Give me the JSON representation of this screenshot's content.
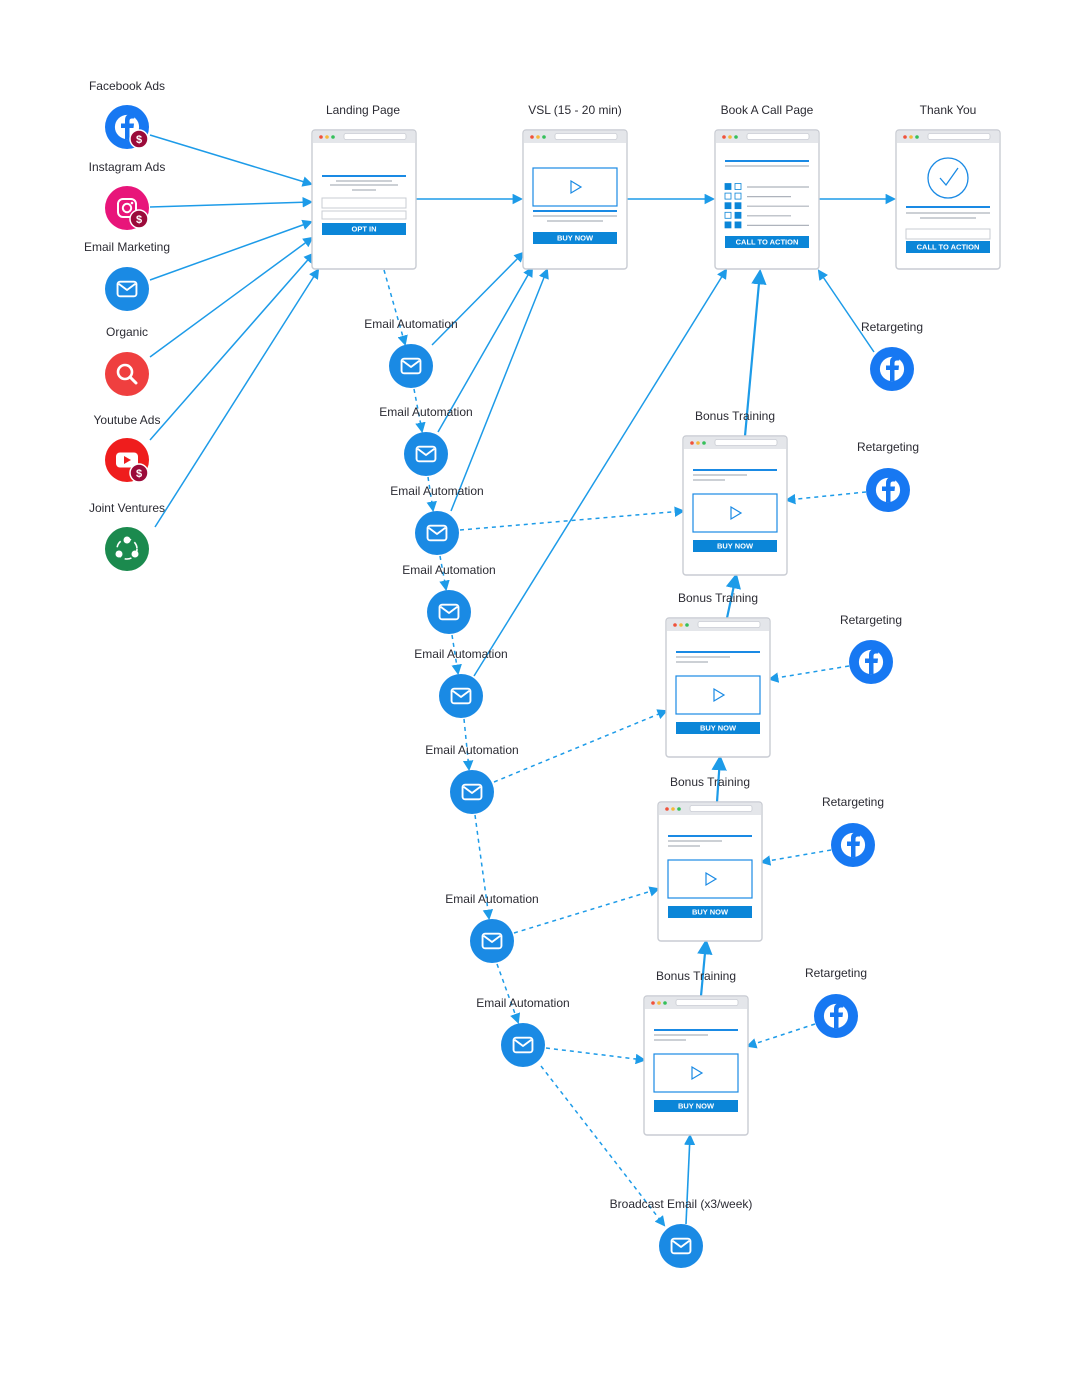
{
  "colors": {
    "accent": "#1a8ae4",
    "line": "#1d9be8",
    "page_border": "#c9ccd3",
    "page_bar": "#e4e6ea",
    "text_line": "#aeb3bc",
    "button": "#0b86d8",
    "facebook": "#1778f2",
    "instagram": "#e8157a",
    "organic": "#ef3f3f",
    "youtube": "#ef1d1d",
    "joint_ventures": "#1b8a4e",
    "dollar_badge": "#9b0b3a"
  },
  "sources": [
    {
      "id": "facebook",
      "label": "Facebook Ads",
      "icon": "facebook-icon"
    },
    {
      "id": "instagram",
      "label": "Instagram Ads",
      "icon": "instagram-icon"
    },
    {
      "id": "email",
      "label": "Email Marketing",
      "icon": "mail-icon"
    },
    {
      "id": "organic",
      "label": "Organic",
      "icon": "search-icon"
    },
    {
      "id": "youtube",
      "label": "Youtube Ads",
      "icon": "youtube-icon"
    },
    {
      "id": "jv",
      "label": "Joint Ventures",
      "icon": "network-icon"
    }
  ],
  "pages": [
    {
      "id": "landing",
      "label": "Landing Page",
      "kind": "optin",
      "button": "OPT IN"
    },
    {
      "id": "vsl",
      "label": "VSL (15 - 20 min)",
      "kind": "video",
      "button": "BUY NOW"
    },
    {
      "id": "book",
      "label": "Book A Call Page",
      "kind": "checklist",
      "button": "CALL TO ACTION"
    },
    {
      "id": "thanks",
      "label": "Thank You",
      "kind": "thanks",
      "button": "CALL TO ACTION"
    },
    {
      "id": "bt1",
      "label": "Bonus Training",
      "kind": "bonus",
      "button": "BUY NOW"
    },
    {
      "id": "bt2",
      "label": "Bonus Training",
      "kind": "bonus",
      "button": "BUY NOW"
    },
    {
      "id": "bt3",
      "label": "Bonus Training",
      "kind": "bonus",
      "button": "BUY NOW"
    },
    {
      "id": "bt4",
      "label": "Bonus Training",
      "kind": "bonus",
      "button": "BUY NOW"
    }
  ],
  "emails": [
    {
      "id": "e1",
      "label": "Email Automation"
    },
    {
      "id": "e2",
      "label": "Email Automation"
    },
    {
      "id": "e3",
      "label": "Email Automation"
    },
    {
      "id": "e4",
      "label": "Email Automation"
    },
    {
      "id": "e5",
      "label": "Email Automation"
    },
    {
      "id": "e6",
      "label": "Email Automation"
    },
    {
      "id": "e7",
      "label": "Email Automation"
    },
    {
      "id": "e8",
      "label": "Email Automation"
    },
    {
      "id": "broadcast",
      "label": "Broadcast Email (x3/week)"
    }
  ],
  "retargeting": [
    {
      "id": "r1",
      "label": "Retargeting",
      "icon": "facebook-icon"
    },
    {
      "id": "r2",
      "label": "Retargeting",
      "icon": "facebook-icon"
    },
    {
      "id": "r3",
      "label": "Retargeting",
      "icon": "facebook-icon"
    },
    {
      "id": "r4",
      "label": "Retargeting",
      "icon": "facebook-icon"
    },
    {
      "id": "r5",
      "label": "Retargeting",
      "icon": "facebook-icon"
    }
  ]
}
